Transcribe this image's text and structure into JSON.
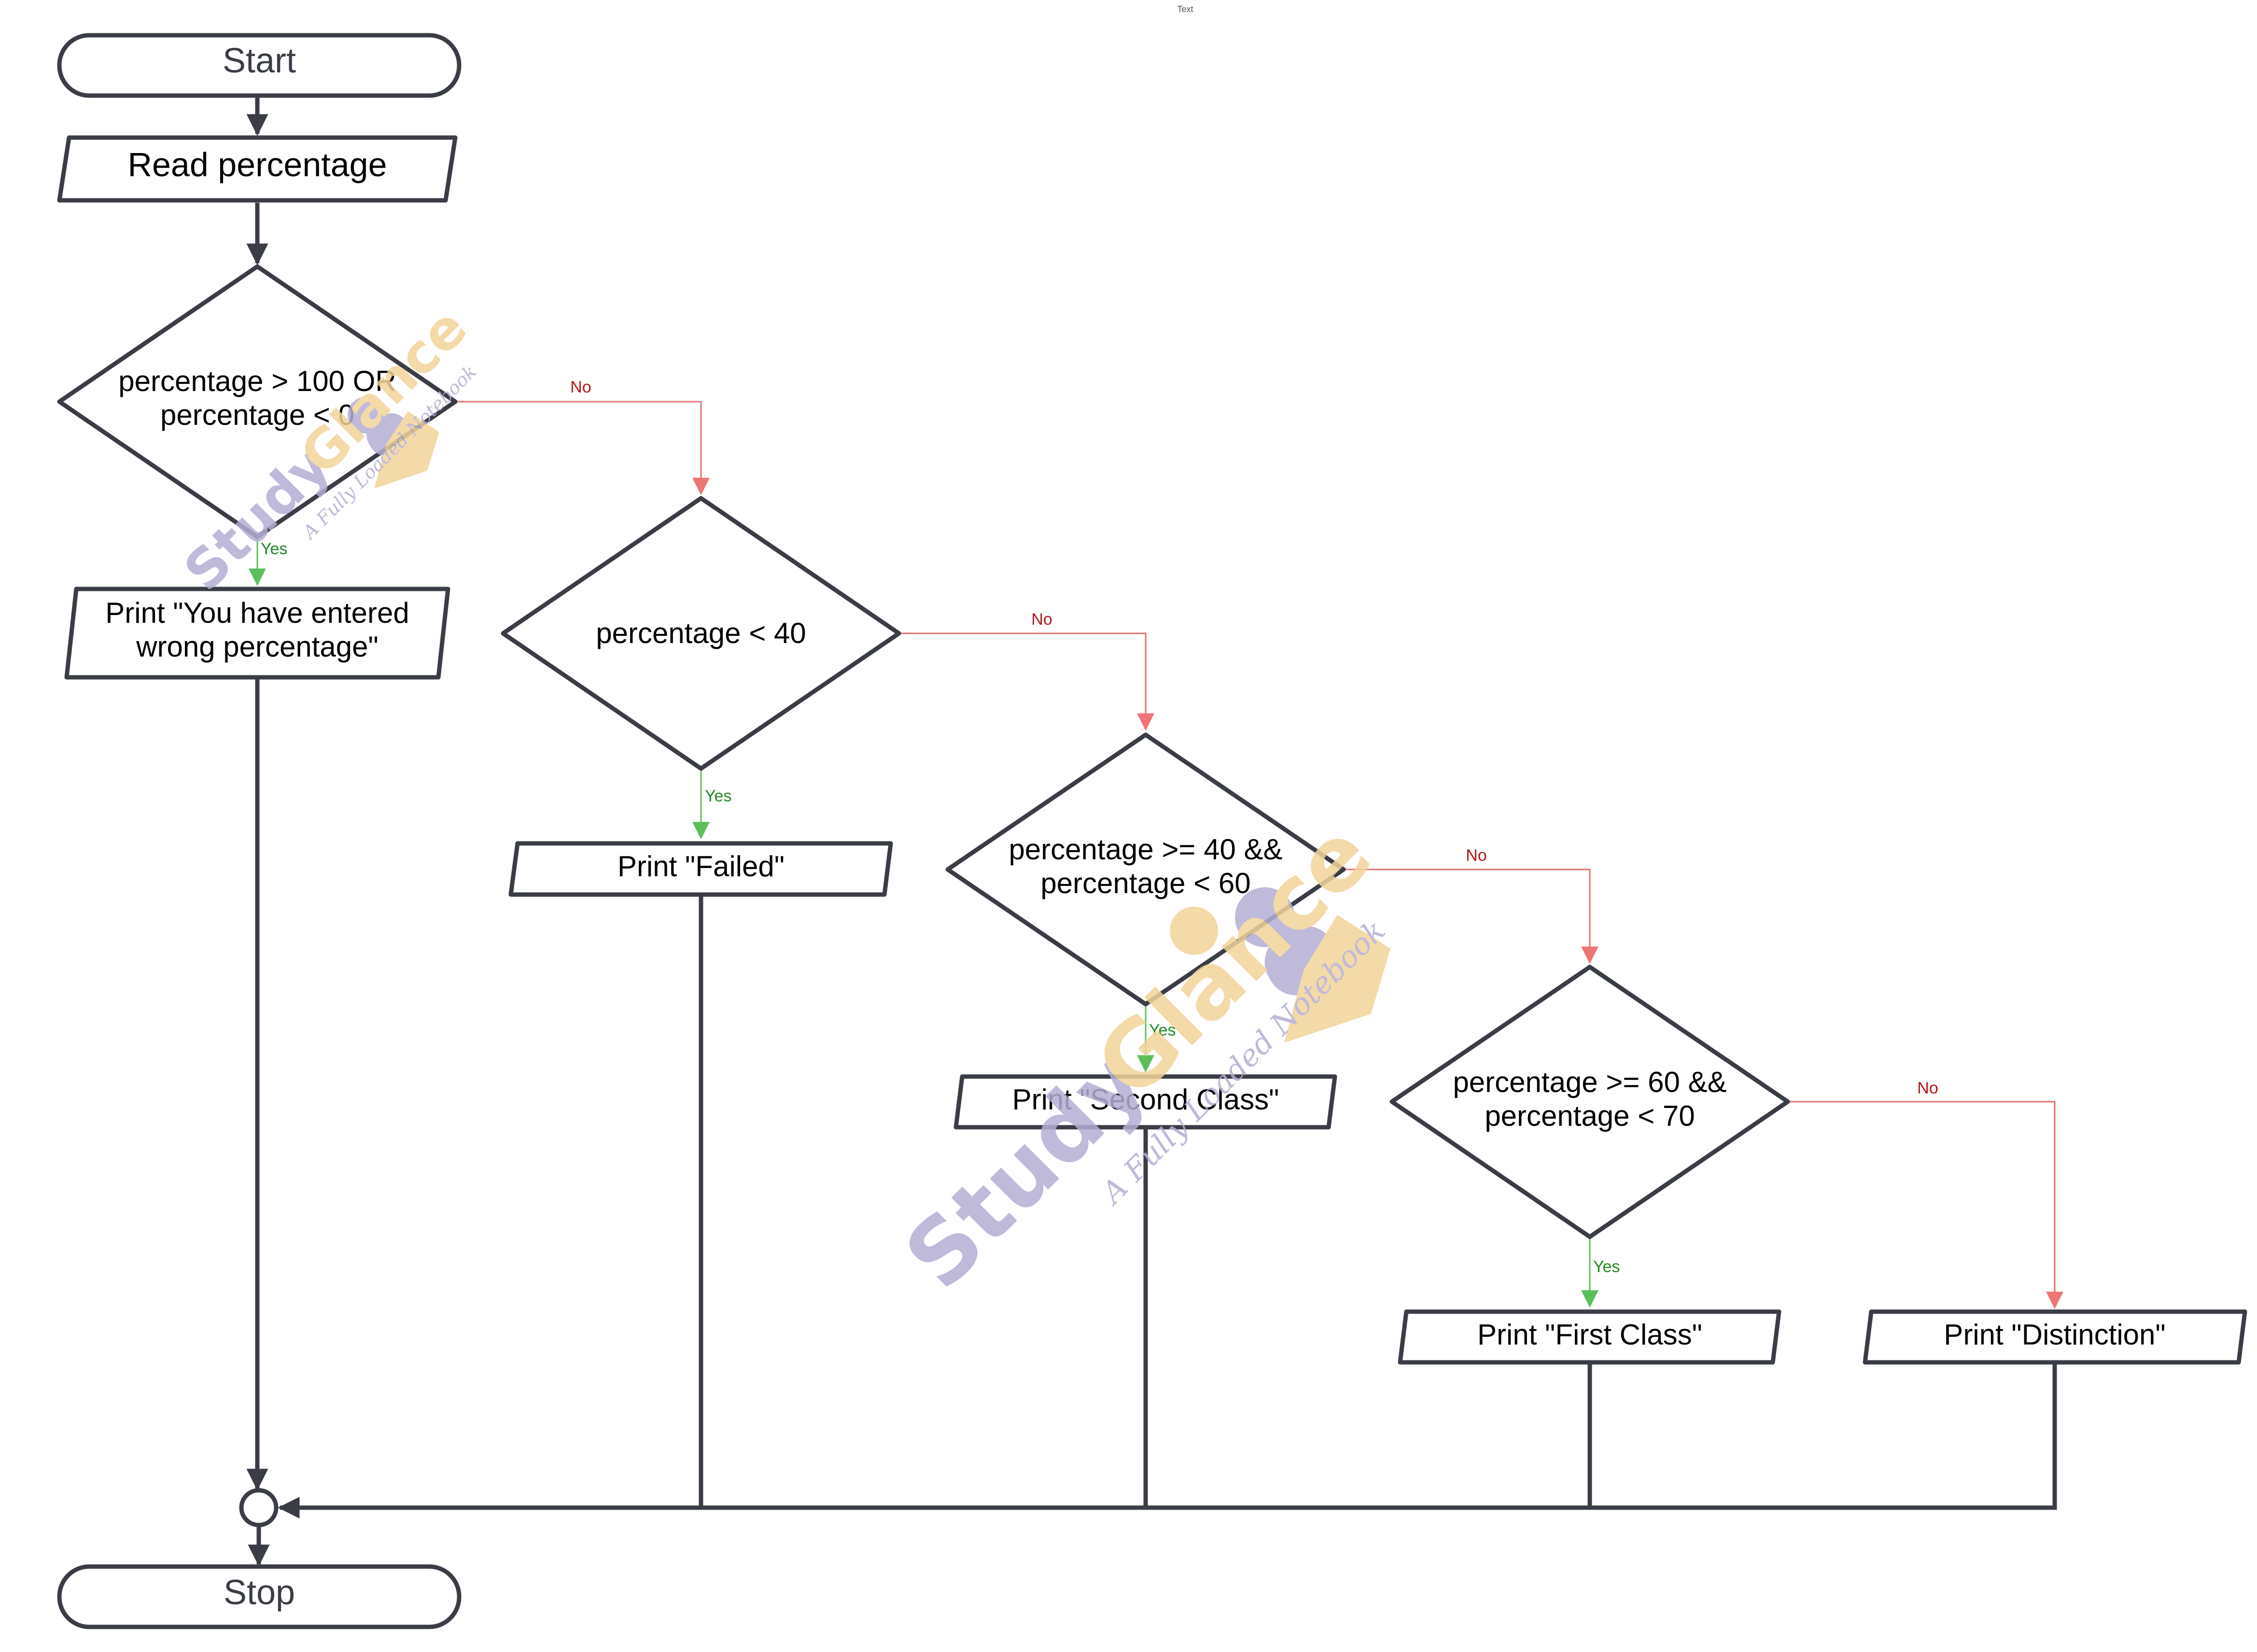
{
  "caption": "Text",
  "nodes": {
    "start": "Start",
    "read": "Read percentage",
    "decision1": [
      "percentage > 100 OR",
      "percentage < 0"
    ],
    "wrong": [
      "Print \"You have entered",
      "wrong percentage\""
    ],
    "decision2": "percentage < 40",
    "failed": "Print \"Failed\"",
    "decision3": [
      "percentage >= 40 &&",
      "percentage < 60"
    ],
    "second": "Print \"Second Class\"",
    "decision4": [
      "percentage >= 60 &&",
      "percentage < 70"
    ],
    "first": "Print \"First Class\"",
    "distinction": "Print \"Distinction\"",
    "stop": "Stop"
  },
  "edge_labels": {
    "yes": "Yes",
    "no": "No"
  },
  "watermark": {
    "brand_a": "Study",
    "brand_b": "Glance",
    "tagline": "A Fully Loaded Notebook"
  },
  "colors": {
    "shape_stroke": "#3a3d45",
    "no_branch": "#e07070",
    "yes_branch": "#5cbf5c",
    "watermark": "#b4aed4",
    "watermark_accent": "#f2d49a"
  }
}
